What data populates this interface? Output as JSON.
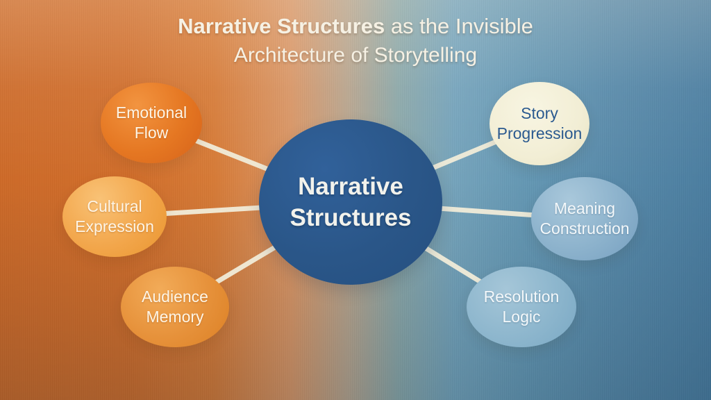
{
  "title": {
    "line1_bold": "Narrative Structures",
    "line1_rest": " as the Invisible",
    "line2": "Architecture of Storytelling",
    "text_color": "#f6f1e4"
  },
  "center": {
    "label_line1": "Narrative",
    "label_line2": "Structures",
    "fill": "#2a5688",
    "text_color": "#f2f2ec"
  },
  "nodes": [
    {
      "id": "emotional-flow",
      "label_line1": "Emotional",
      "label_line2": "Flow",
      "fill": "#e57722",
      "text_color": "#fdf5e6",
      "side": "left"
    },
    {
      "id": "cultural-expression",
      "label_line1": "Cultural",
      "label_line2": "Expression",
      "fill": "#f2a64b",
      "text_color": "#fdf5e6",
      "side": "left"
    },
    {
      "id": "audience-memory",
      "label_line1": "Audience",
      "label_line2": "Memory",
      "fill": "#e6913a",
      "text_color": "#fdf5e6",
      "side": "left"
    },
    {
      "id": "story-progression",
      "label_line1": "Story",
      "label_line2": "Progression",
      "fill": "#f2eed5",
      "text_color": "#2b5a8f",
      "side": "right"
    },
    {
      "id": "meaning-construction",
      "label_line1": "Meaning",
      "label_line2": "Construction",
      "fill": "#8cb2cc",
      "text_color": "#f4f8fa",
      "side": "right"
    },
    {
      "id": "resolution-logic",
      "label_line1": "Resolution",
      "label_line2": "Logic",
      "fill": "#8db6cd",
      "text_color": "#f4f8fa",
      "side": "right"
    }
  ],
  "connector_color": "#f1ecd9",
  "background": {
    "left_color": "#cd6a28",
    "right_color": "#4a7da0"
  }
}
